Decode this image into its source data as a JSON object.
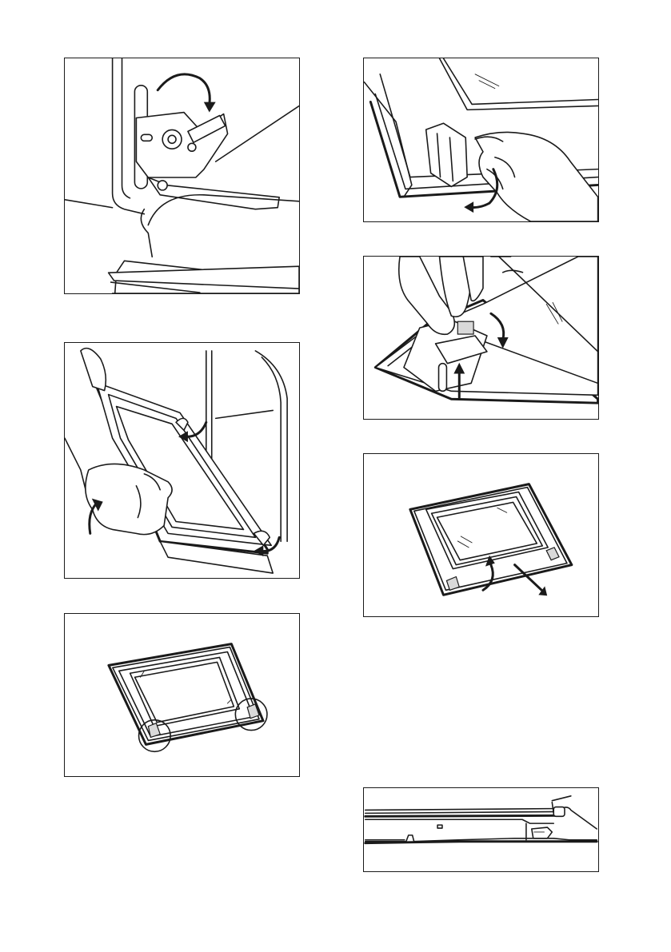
{
  "page": {
    "background": "#ffffff",
    "line_color": "#1a1a1a"
  },
  "figures": [
    {
      "id": "hinge-lever-open",
      "icon": "hinge-lever-rotate-illustration"
    },
    {
      "id": "door-lift-off",
      "icon": "door-removal-illustration"
    },
    {
      "id": "door-frame-corners",
      "icon": "door-frame-highlight-illustration"
    },
    {
      "id": "door-trim-release",
      "icon": "trim-release-illustration"
    },
    {
      "id": "hinge-clip-press",
      "icon": "hinge-clip-press-illustration"
    },
    {
      "id": "glass-panel-remove",
      "icon": "glass-panel-removal-illustration"
    },
    {
      "id": "door-edge-section",
      "icon": "door-edge-cross-section-illustration"
    }
  ]
}
